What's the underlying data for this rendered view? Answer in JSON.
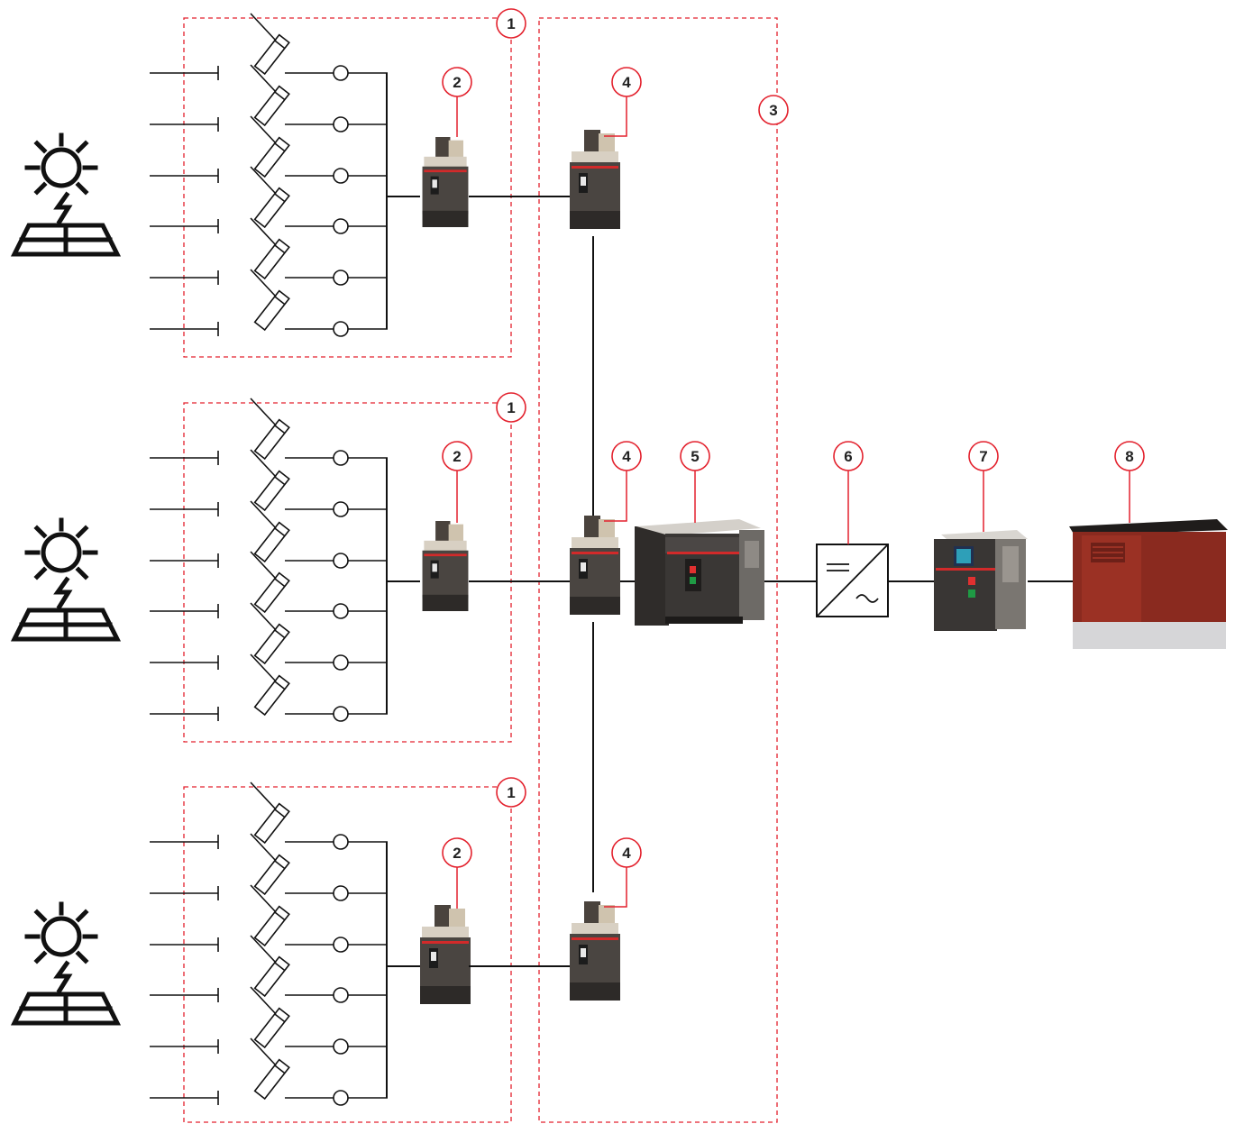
{
  "callouts": [
    {
      "id": "c1a",
      "label": "1"
    },
    {
      "id": "c2a",
      "label": "2"
    },
    {
      "id": "c3",
      "label": "3"
    },
    {
      "id": "c4a",
      "label": "4"
    },
    {
      "id": "c1b",
      "label": "1"
    },
    {
      "id": "c2b",
      "label": "2"
    },
    {
      "id": "c4b",
      "label": "4"
    },
    {
      "id": "c5",
      "label": "5"
    },
    {
      "id": "c6",
      "label": "6"
    },
    {
      "id": "c7",
      "label": "7"
    },
    {
      "id": "c8",
      "label": "8"
    },
    {
      "id": "c1c",
      "label": "1"
    },
    {
      "id": "c2c",
      "label": "2"
    },
    {
      "id": "c4c",
      "label": "4"
    }
  ],
  "colors": {
    "callout_red": "#e3212d",
    "wire": "#111111",
    "breaker_body": "#3a3633",
    "breaker_top": "#d9d2c6",
    "transformer_red": "#8a2a1f"
  },
  "icons": {
    "pv_panel": "solar-panel-sun-icon",
    "inverter": "dc-ac-inverter-icon",
    "fuse": "fuse-switch-icon"
  }
}
